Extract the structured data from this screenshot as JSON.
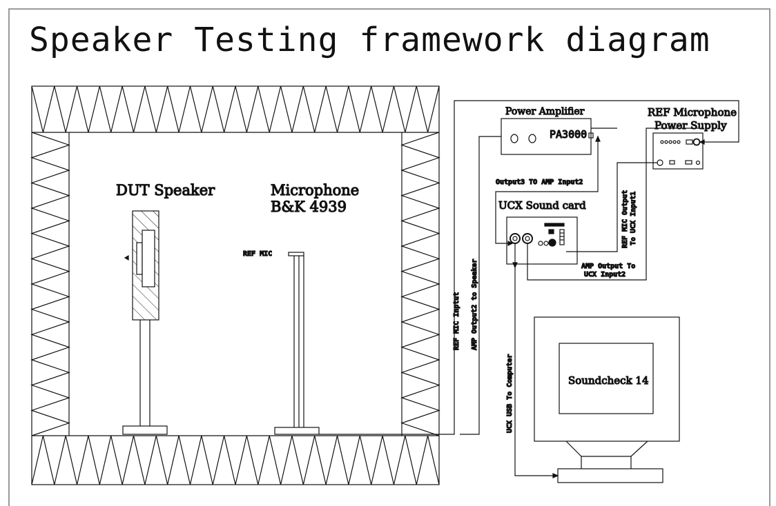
{
  "title": "Speaker Testing framework diagram",
  "labels": {
    "dut_speaker": "DUT Speaker",
    "microphone_line1": "Microphone",
    "microphone_line2": "B&K 4939",
    "ref_mic": "REF MIC",
    "power_amplifier": "Power Amplifier",
    "pa_model": "PA3000",
    "ref_power_line1": "REF Microphone",
    "ref_power_line2": "Power Supply",
    "output3": "Output3 TO AMP Input2",
    "ucx_sound_card": "UCX Sound card",
    "ref_mic_output_line1": "REF MIC Output",
    "ref_mic_output_line2": "To UCX Input1",
    "amp_output_line1": "AMP Output To",
    "amp_output_line2": "UCX Input2",
    "ref_mic_input": "REF MIC Inptut",
    "amp_output2": "AMP Output2 to Speaker",
    "usb": "UCX USB To Computer",
    "soundcheck": "Soundcheck 14"
  }
}
